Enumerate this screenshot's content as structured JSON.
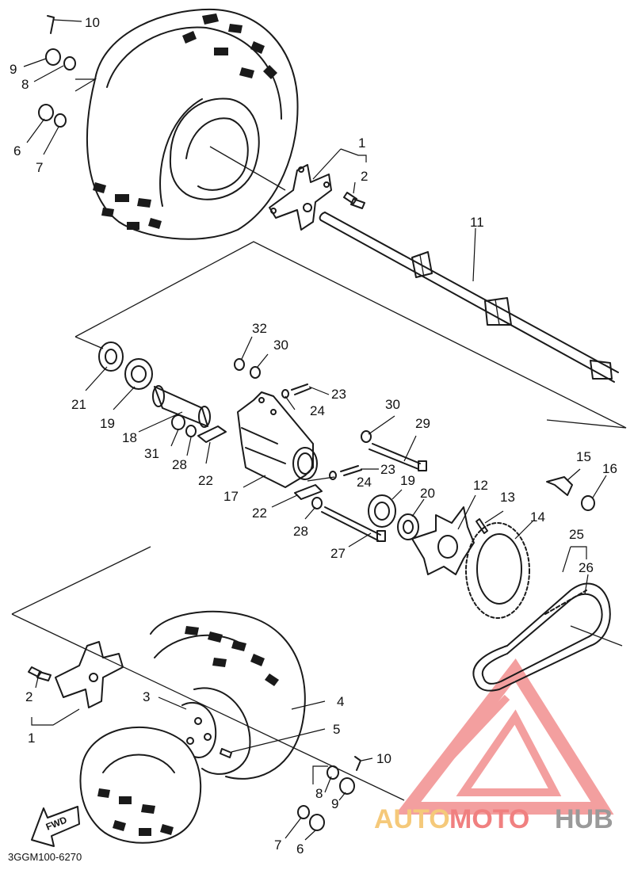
{
  "diagram": {
    "catalog_code": "3GGM100-6270",
    "direction_label": "FWD",
    "part_labels": {
      "p1a": "1",
      "p1b": "1",
      "p2a": "2",
      "p2b": "2",
      "p3": "3",
      "p4": "4",
      "p5": "5",
      "p6a": "6",
      "p6b": "6",
      "p7a": "7",
      "p7b": "7",
      "p8a": "8",
      "p8b": "8",
      "p9a": "9",
      "p9b": "9",
      "p10a": "10",
      "p10b": "10",
      "p11": "11",
      "p12": "12",
      "p13": "13",
      "p14": "14",
      "p15": "15",
      "p16": "16",
      "p17": "17",
      "p18": "18",
      "p19a": "19",
      "p19b": "19",
      "p20": "20",
      "p21": "21",
      "p22a": "22",
      "p22b": "22",
      "p23a": "23",
      "p23b": "23",
      "p24a": "24",
      "p24b": "24",
      "p25": "25",
      "p26": "26",
      "p27": "27",
      "p28a": "28",
      "p28b": "28",
      "p29": "29",
      "p30a": "30",
      "p30b": "30",
      "p31": "31",
      "p32": "32"
    }
  },
  "watermark": {
    "brand_part1": "AUTO",
    "brand_part2": "MOTO",
    "brand_part3": "HUB",
    "color_primary": "#f08080",
    "color_secondary": "#f5c97a",
    "color_dark": "#9a9a9a"
  }
}
